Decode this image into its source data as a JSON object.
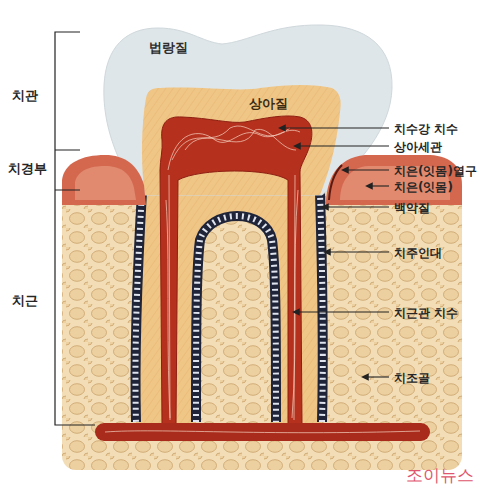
{
  "diagram": {
    "labels": [
      "법랑질",
      "치관",
      "상아질",
      "치수강 치수",
      "상아세관",
      "치경부",
      "치은(잇몸)열구",
      "치은(잇몸)",
      "백악질",
      "치주인대",
      "치근",
      "치근관 치수",
      "치조골",
      "조이뉴스"
    ]
  }
}
